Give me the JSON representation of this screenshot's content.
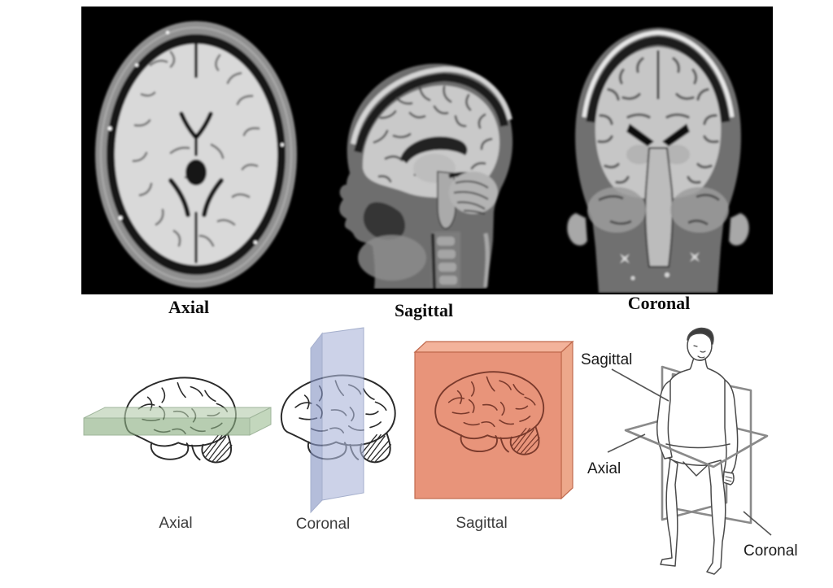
{
  "mri_row": {
    "panel_background": "#000000",
    "labels": {
      "axial": "Axial",
      "sagittal": "Sagittal",
      "coronal": "Coronal"
    }
  },
  "plane_diagrams": {
    "axial": {
      "label": "Axial",
      "plane_top_color": "#b5cdad",
      "plane_front_color": "#8caf83",
      "plane_side_color": "#9fbf96"
    },
    "coronal": {
      "label": "Coronal",
      "plane_face_color": "#adb8da",
      "plane_side_color": "#8795c5"
    },
    "sagittal": {
      "label": "Sagittal",
      "plane_face_color": "#e8947a",
      "plane_top_color": "#f3b39b",
      "plane_side_color": "#eda88b"
    }
  },
  "body_diagram": {
    "labels": {
      "sagittal": "Sagittal",
      "axial": "Axial",
      "coronal": "Coronal"
    }
  }
}
